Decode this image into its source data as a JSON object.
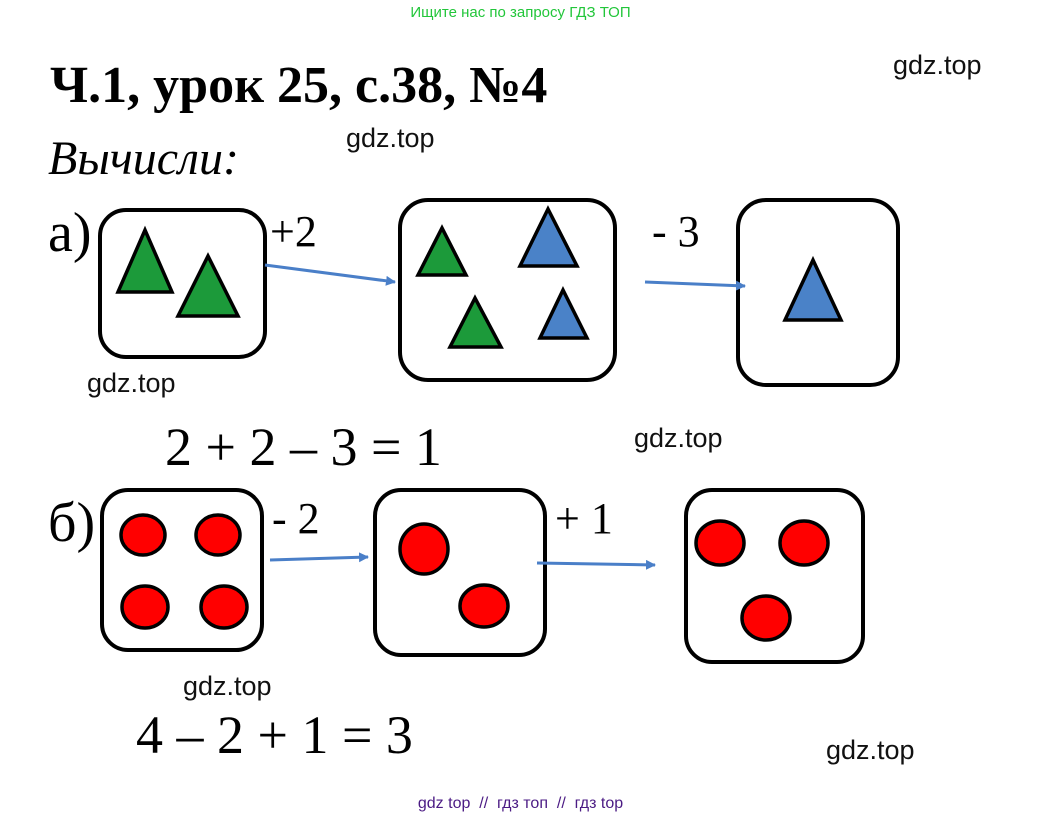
{
  "top_banner": "Ищите нас по запросу ГДЗ ТОП",
  "title": "Ч.1, урок 25, с.38, №4",
  "instruction": "Вычисли:",
  "watermark": "gdz.top",
  "part_a": {
    "label": "а)",
    "step1": "+2",
    "step2": "- 3",
    "equation": "2 + 2 – 3 = 1"
  },
  "part_b": {
    "label": "б)",
    "step1": "- 2",
    "step2": "+ 1",
    "equation": "4 – 2 + 1 = 3"
  },
  "footer": "gdz top  //  гдз топ  //  гдз top",
  "colors": {
    "green": "#1c9a3a",
    "blue": "#4a82c8",
    "red": "#ff0000",
    "arrow": "#4a7fc8",
    "banner": "#22c63a",
    "footer": "#4b1b84"
  }
}
